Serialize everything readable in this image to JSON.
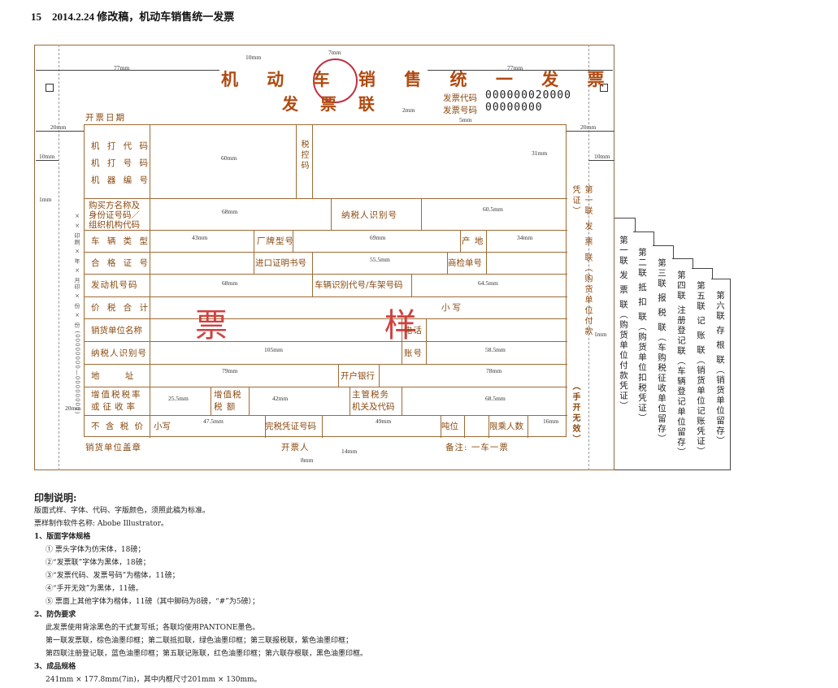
{
  "header": {
    "page_no": "15",
    "title": "2014.2.24 修改稿，机动车销售统一发票"
  },
  "invoice": {
    "title_line1": "机 动 车 销 售 统 一 发 票",
    "title_line2": "发 票 联",
    "code_label": "发票代码",
    "code_value": "000000020000",
    "number_label": "发票号码",
    "number_value": "00000000",
    "issue_date_label": "开票日期",
    "sample_text": "票 样",
    "seller_seal_label": "销货单位盖章",
    "issuer_label": "开票人",
    "remark_label": "备注: 一车一票",
    "copy_side_text": "第一联 发 票 联（购货单位付款凭证）",
    "void_text": "（手开无效）",
    "left_vertical": "× × 印刷 × 年 × 月印 × 份 × 份 (00000000—00000000)"
  },
  "fields": {
    "machine_code": "机 打 代 码",
    "machine_number": "机 打 号 码",
    "machine_serial": "机 器 编 号",
    "tax_control": "税控码",
    "buyer_name": "购买方名称及",
    "buyer_id": "身份证号码／",
    "buyer_org": "组织机构代码",
    "taxpayer_id": "纳税人识别号",
    "vehicle_type": "车 辆 类 型",
    "brand_model": "厂牌型号",
    "origin": "产 地",
    "certificate": "合 格 证 号",
    "import_cert": "进口证明书号",
    "inspection": "商检单号",
    "engine_no": "发动机号码",
    "vin": "车辆识别代号/车架号码",
    "total_price": "价 税 合 计",
    "lowercase": "小写",
    "seller_name": "销货单位名称",
    "phone": "电话",
    "seller_taxpayer": "纳税人识别号",
    "account": "账号",
    "address": "地 址",
    "bank": "开户银行",
    "vat_rate_1": "增值税税率",
    "vat_rate_2": "或征收率",
    "vat_amount_1": "增值税",
    "vat_amount_2": "税 额",
    "tax_authority_1": "主管税务",
    "tax_authority_2": "机关及代码",
    "price_excl": "不 含 税 价",
    "lower2": "小写",
    "tax_paid_cert": "完税凭证号码",
    "tonnage": "吨位",
    "capacity": "限乘人数"
  },
  "dims": {
    "d77a": "77mm",
    "d77b": "77mm",
    "d10a": "10mm",
    "d7": "7mm",
    "d2": "2mm",
    "d5": "5mm",
    "d20a": "20mm",
    "d20b": "20mm",
    "d10b": "10mm",
    "d10c": "10mm",
    "d1a": "1mm",
    "d1b": "1mm",
    "d60": "60mm",
    "d31": "31mm",
    "d68a": "68mm",
    "d605": "60.5mm",
    "d43": "43mm",
    "d69": "69mm",
    "d34": "34mm",
    "d555": "55.5mm",
    "d68b": "68mm",
    "d645": "64.5mm",
    "d105": "105mm",
    "d585": "58.5mm",
    "d79": "79mm",
    "d78": "78mm",
    "d255": "25.5mm",
    "d42": "42mm",
    "d685": "68.5mm",
    "d20c": "20mm",
    "d475": "47.5mm",
    "d49": "49mm",
    "d16": "16mm",
    "d14": "14mm",
    "d8": "8mm"
  },
  "stubs": [
    {
      "text": "第一联 发 票 联（购货单位付款凭证）"
    },
    {
      "text": "第二联 抵 扣 联（购货单位扣税凭证）"
    },
    {
      "text": "第三联 报 税 联（车购税征收单位留存）"
    },
    {
      "text": "第四联 注册登记联（车辆登记单位留存）"
    },
    {
      "text": "第五联 记 账 联（销货单位记账凭证）"
    },
    {
      "text": "第六联 存 根 联（销货单位留存）"
    }
  ],
  "notes": {
    "heading": "印制说明:",
    "line1": "版面式样、字体、代码、字版颜色，须照此稿为标准。",
    "line2": "票样制作软件名称: Abobe Illustrator。",
    "s1": "1、版面字体规格",
    "s1_1": "① 票头字体为仿宋体，18磅；",
    "s1_2": "②“发票联”字体为黑体，18磅；",
    "s1_3": "③“发票代码、发票号码”为楷体，11磅；",
    "s1_4": "④“手开无效”为黑体，11磅。",
    "s1_5": "⑤ 票面上其他字体为楷体，11磅（其中脚码为8磅，“#”为5磅）；",
    "s2": "2、防伪要求",
    "s2_1": "此发票使用背涂黑色的干式复写纸；各联均使用PANTONE墨色。",
    "s2_2": "第一联发票联，棕色油墨印框；第二联抵扣联，绿色油墨印框；第三联报税联，紫色油墨印框；",
    "s2_3": "第四联注册登记联，蓝色油墨印框；第五联记账联，红色油墨印框；第六联存根联，黑色油墨印框。",
    "s3": "3、成品规格",
    "s3_1": "241mm × 177.8mm(7in)，其中内框尺寸201mm × 130mm。"
  }
}
